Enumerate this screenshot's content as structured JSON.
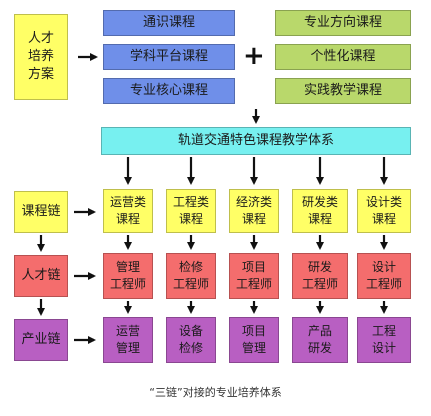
{
  "top": {
    "goal": "人才\n培养\n方案",
    "general_courses": [
      "通识课程",
      "学科平台课程",
      "专业核心课程"
    ],
    "special_courses": [
      "专业方向课程",
      "个性化课程",
      "实践教学课程"
    ],
    "plus": "+",
    "system": "轨道交通特色课程教学体系"
  },
  "chains": {
    "course": {
      "label": "课程链",
      "items": [
        "运营类\n课程",
        "工程类\n课程",
        "经济类\n课程",
        "研发类\n课程",
        "设计类\n课程"
      ]
    },
    "talent": {
      "label": "人才链",
      "items": [
        "管理\n工程师",
        "检修\n工程师",
        "项目\n工程师",
        "研发\n工程师",
        "设计\n工程师"
      ]
    },
    "industry": {
      "label": "产业链",
      "items": [
        "运营\n管理",
        "设备\n检修",
        "项目\n管理",
        "产品\n研发",
        "工程\n设计"
      ]
    }
  },
  "caption": "“三链”对接的专业培养体系",
  "colors": {
    "blue": "#6f8fe9",
    "green": "#b9d86b",
    "yellow": "#ffff66",
    "cyan": "#77f0f0",
    "red": "#f46d6d",
    "purple": "#b85fc2"
  }
}
